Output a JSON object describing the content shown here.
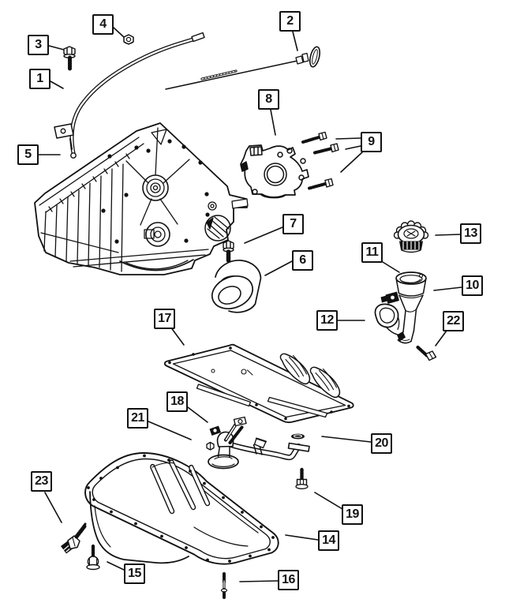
{
  "canvas": {
    "background": "#ffffff",
    "line_color": "#111111",
    "box_border_color": "#111111"
  },
  "callouts": [
    {
      "number": "1"
    },
    {
      "number": "2"
    },
    {
      "number": "3"
    },
    {
      "number": "4"
    },
    {
      "number": "5"
    },
    {
      "number": "6"
    },
    {
      "number": "7"
    },
    {
      "number": "8"
    },
    {
      "number": "9"
    },
    {
      "number": "10"
    },
    {
      "number": "11"
    },
    {
      "number": "12"
    },
    {
      "number": "13"
    },
    {
      "number": "14"
    },
    {
      "number": "15"
    },
    {
      "number": "16"
    },
    {
      "number": "17"
    },
    {
      "number": "18"
    },
    {
      "number": "19"
    },
    {
      "number": "20"
    },
    {
      "number": "21"
    },
    {
      "number": "22"
    },
    {
      "number": "23"
    }
  ]
}
